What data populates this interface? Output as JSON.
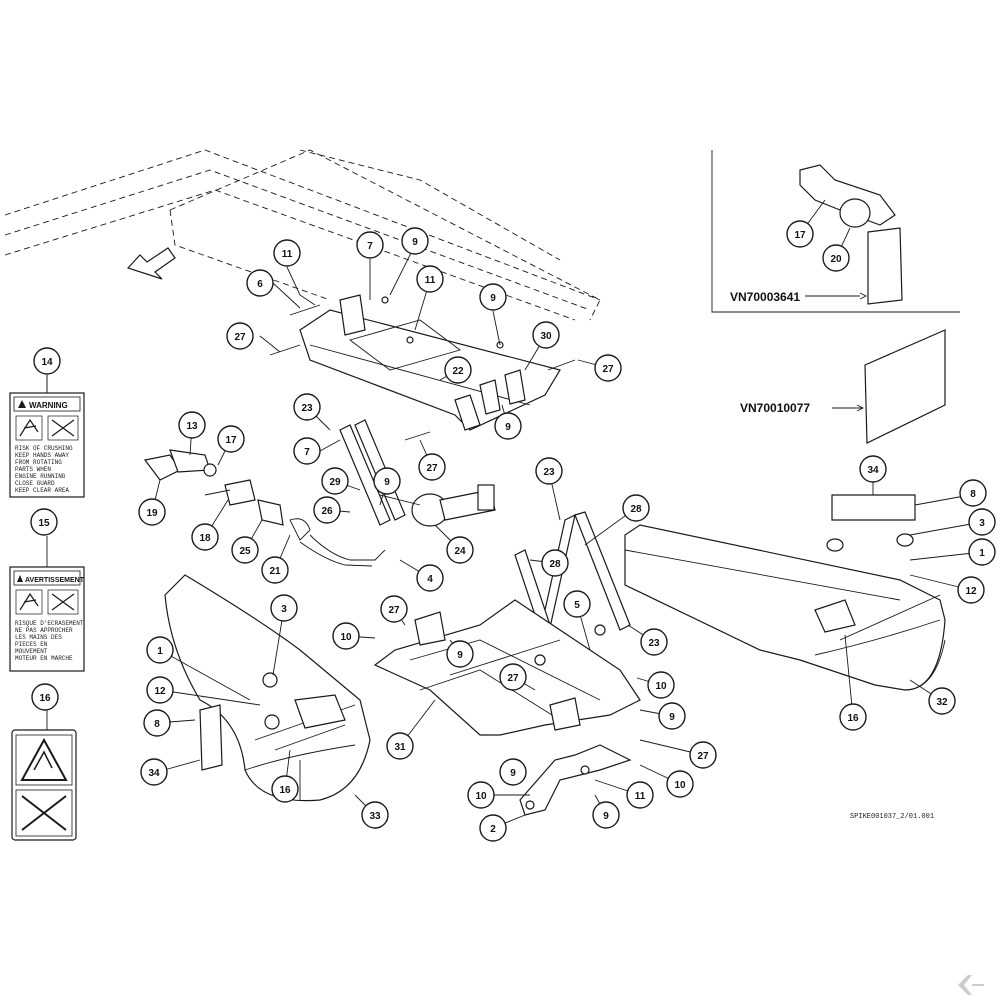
{
  "figure_code": "SPIKE001037_2/01.001",
  "references": {
    "kit_ref": "VN70003641",
    "sheet_ref": "VN70010077"
  },
  "decals": {
    "warning_title": "WARNING",
    "warning_text": [
      "RISK OF CRUSHING",
      "KEEP HANDS AWAY",
      "FROM ROTATING",
      "PARTS WHEN",
      "ENGINE RUNNING",
      "CLOSE GUARD",
      "KEEP CLEAR AREA"
    ],
    "avertissement_title": "AVERTISSEMENT",
    "avertissement_text": [
      "RISQUE D'ECRASEMENT",
      "NE PAS APPROCHER",
      "LES MAINS DES",
      "PIECES EN",
      "MOUVEMENT",
      "MOTEUR EN MARCHE"
    ]
  },
  "callouts": [
    {
      "label": "14"
    },
    {
      "label": "15"
    },
    {
      "label": "16"
    },
    {
      "label": "11"
    },
    {
      "label": "7"
    },
    {
      "label": "9"
    },
    {
      "label": "6"
    },
    {
      "label": "11"
    },
    {
      "label": "27"
    },
    {
      "label": "9"
    },
    {
      "label": "30"
    },
    {
      "label": "22"
    },
    {
      "label": "27"
    },
    {
      "label": "9"
    },
    {
      "label": "23"
    },
    {
      "label": "7"
    },
    {
      "label": "13"
    },
    {
      "label": "17"
    },
    {
      "label": "19"
    },
    {
      "label": "29"
    },
    {
      "label": "9"
    },
    {
      "label": "27"
    },
    {
      "label": "26"
    },
    {
      "label": "18"
    },
    {
      "label": "25"
    },
    {
      "label": "21"
    },
    {
      "label": "24"
    },
    {
      "label": "4"
    },
    {
      "label": "23"
    },
    {
      "label": "28"
    },
    {
      "label": "28"
    },
    {
      "label": "3"
    },
    {
      "label": "1"
    },
    {
      "label": "12"
    },
    {
      "label": "8"
    },
    {
      "label": "34"
    },
    {
      "label": "16"
    },
    {
      "label": "33"
    },
    {
      "label": "27"
    },
    {
      "label": "10"
    },
    {
      "label": "9"
    },
    {
      "label": "5"
    },
    {
      "label": "23"
    },
    {
      "label": "27"
    },
    {
      "label": "10"
    },
    {
      "label": "9"
    },
    {
      "label": "31"
    },
    {
      "label": "27"
    },
    {
      "label": "10"
    },
    {
      "label": "9"
    },
    {
      "label": "10"
    },
    {
      "label": "11"
    },
    {
      "label": "9"
    },
    {
      "label": "2"
    },
    {
      "label": "34"
    },
    {
      "label": "8"
    },
    {
      "label": "3"
    },
    {
      "label": "1"
    },
    {
      "label": "12"
    },
    {
      "label": "16"
    },
    {
      "label": "32"
    },
    {
      "label": "17"
    },
    {
      "label": "20"
    }
  ]
}
